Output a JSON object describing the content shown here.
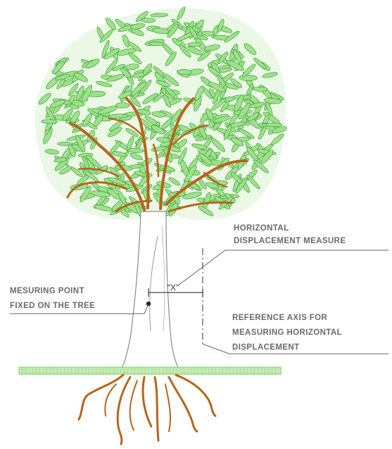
{
  "labels": {
    "horizontal_displacement": [
      "HORIZONTAL",
      "DISPLACEMENT MEASURE"
    ],
    "measuring_point": [
      "MESURING POINT",
      "FIXED ON THE TREE"
    ],
    "reference_axis": [
      "REFERENCE AXIS FOR",
      "MEASURING HORIZONTAL",
      "DISPLACEMENT"
    ],
    "x_marker": "\"X\""
  },
  "colors": {
    "leaf_fill": "#9ee08e",
    "leaf_stroke": "#3fa02f",
    "branch": "#b5651d",
    "root": "#b5651d",
    "trunk_stroke": "#8a8a8a",
    "ground": "#7cc95a",
    "annotation_line": "#555555",
    "label_text": "#6a6a6a"
  },
  "icons": {
    "tree": "tree-illustration",
    "measuring_point": "dot-marker"
  }
}
